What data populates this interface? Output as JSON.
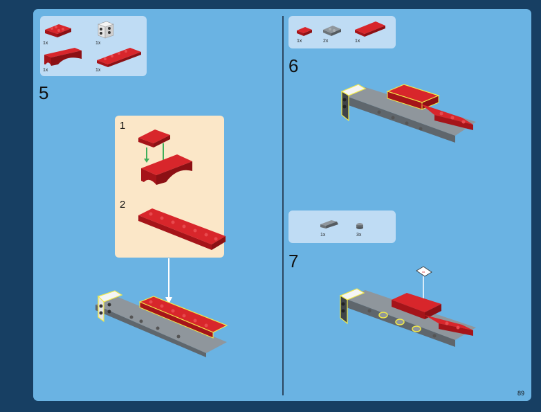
{
  "page": {
    "number": "89"
  },
  "step5": {
    "number": "5",
    "parts": [
      {
        "qty": "1x",
        "icon": "red-plate-2x4"
      },
      {
        "qty": "1x",
        "icon": "white-bracket"
      },
      {
        "qty": "1x",
        "icon": "red-arch-1x6"
      },
      {
        "qty": "1x",
        "icon": "red-plate-2x8"
      }
    ],
    "substeps": [
      {
        "number": "1"
      },
      {
        "number": "2"
      }
    ]
  },
  "step6": {
    "number": "6",
    "parts": [
      {
        "qty": "1x",
        "icon": "red-plate-1x2"
      },
      {
        "qty": "2x",
        "icon": "gray-plate-1x2"
      },
      {
        "qty": "1x",
        "icon": "red-tile-2x4"
      }
    ]
  },
  "step7": {
    "number": "7",
    "parts": [
      {
        "qty": "1x",
        "icon": "gray-slope"
      },
      {
        "qty": "3x",
        "icon": "gray-round-plate"
      }
    ]
  },
  "colors": {
    "page_bg": "#6ab3e3",
    "outer_bg": "#173f63",
    "parts_bg": "#bfdcf4",
    "substep_bg": "#fbe7c8",
    "brick_red": "#c8191e",
    "brick_gray": "#8f969c",
    "highlight": "#f2ea4a",
    "arrow_green": "#3fae5a"
  }
}
